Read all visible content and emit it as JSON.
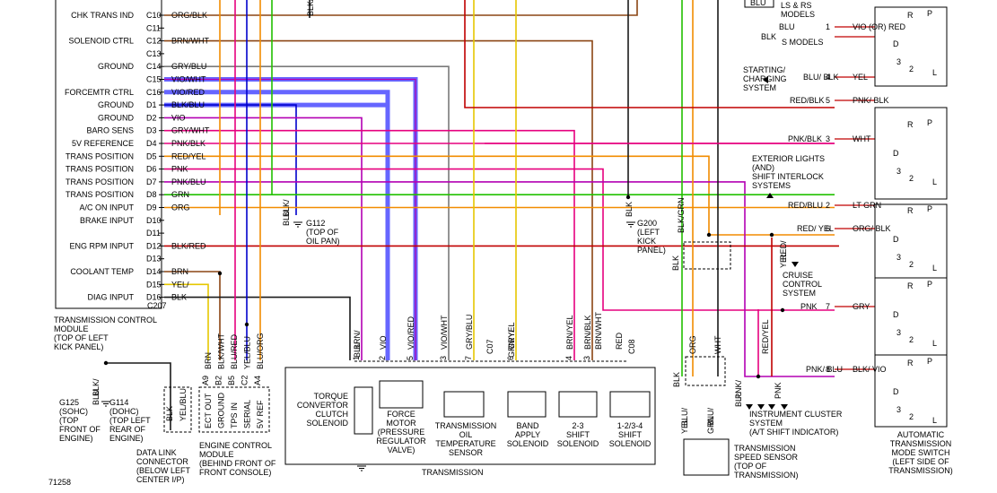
{
  "figure_id": "71258",
  "colors": {
    "BLK": "#1a1a1a",
    "ORG": "#f28c00",
    "BRN": "#8b4513",
    "YEL": "#e6c700",
    "GRN": "#22c000",
    "VIO": "#b300b3",
    "PNK": "#e6007e",
    "RED": "#c00000",
    "BLU": "#0000cc",
    "WHT": "#9a9a9a",
    "GRY": "#7a7a7a",
    "HILITE": "#6666ff"
  },
  "tcm": {
    "title": [
      "TRANSMISSION CONTROL",
      "MODULE",
      "(TOP OF LEFT",
      "KICK PANEL)"
    ],
    "connector_c207": "C207",
    "pins": [
      {
        "func": "CHK TRANS IND",
        "pin": "C10",
        "wire": "ORG/BLK"
      },
      {
        "func": "",
        "pin": "C11",
        "wire": ""
      },
      {
        "func": "SOLENOID CTRL",
        "pin": "C12",
        "wire": "BRN/WHT"
      },
      {
        "func": "",
        "pin": "C13",
        "wire": ""
      },
      {
        "func": "GROUND",
        "pin": "C14",
        "wire": "GRY/BLU"
      },
      {
        "func": "",
        "pin": "C15",
        "wire": "VIO/WHT"
      },
      {
        "func": "FORCEMTR CTRL",
        "pin": "C16",
        "wire": "VIO/RED"
      },
      {
        "func": "GROUND",
        "pin": "D1",
        "wire": "BLK/BLU"
      },
      {
        "func": "GROUND",
        "pin": "D2",
        "wire": "VIO"
      },
      {
        "func": "BARO SENS",
        "pin": "D3",
        "wire": "GRY/WHT"
      },
      {
        "func": "5V REFERENCE",
        "pin": "D4",
        "wire": "PNK/BLK"
      },
      {
        "func": "TRANS POSITION",
        "pin": "D5",
        "wire": "RED/YEL"
      },
      {
        "func": "TRANS POSITION",
        "pin": "D6",
        "wire": "PNK"
      },
      {
        "func": "TRANS POSITION",
        "pin": "D7",
        "wire": "PNK/BLU"
      },
      {
        "func": "TRANS POSITION",
        "pin": "D8",
        "wire": "GRN"
      },
      {
        "func": "A/C ON INPUT",
        "pin": "D9",
        "wire": "ORG"
      },
      {
        "func": "BRAKE INPUT",
        "pin": "D10",
        "wire": ""
      },
      {
        "func": "",
        "pin": "D11",
        "wire": ""
      },
      {
        "func": "ENG RPM INPUT",
        "pin": "D12",
        "wire": "BLK/RED"
      },
      {
        "func": "",
        "pin": "D13",
        "wire": ""
      },
      {
        "func": "COOLANT TEMP",
        "pin": "D14",
        "wire": "BRN"
      },
      {
        "func": "",
        "pin": "D15",
        "wire": "YEL/"
      },
      {
        "func": "DIAG INPUT",
        "pin": "D16",
        "wire": "BLK"
      }
    ]
  },
  "ground_labels": {
    "top_wire": "BLK/ORG",
    "g112_wire": [
      "BLK/",
      "BLU"
    ],
    "g112": [
      "G112",
      "(TOP OF",
      "OIL PAN)"
    ],
    "g200_wire": "BLK",
    "g200": [
      "G200",
      "(LEFT",
      "KICK",
      "PANEL)"
    ],
    "g200_riser": "BLK/GRN",
    "blk_label": "BLK",
    "g125": [
      "G125",
      "(SOHC)",
      "(TOP",
      "FRONT OF",
      "ENGINE)"
    ],
    "g114": [
      "G114",
      "(DOHC)",
      "(TOP LEFT",
      "REAR OF",
      "ENGINE)"
    ],
    "g125_wire": [
      "BLK/",
      "BLU"
    ]
  },
  "ecm": {
    "title": [
      "ENGINE CONTROL",
      "MODULE",
      "(BEHIND FRONT OF",
      "FRONT CONSOLE)"
    ],
    "pins": [
      "A9",
      "B2",
      "B5",
      "C2",
      "A4"
    ],
    "funcs": [
      "ECT OUT",
      "GROUND",
      "TPS IN",
      "SERIAL",
      "5V REF"
    ],
    "wires": [
      "BRN",
      "BLK/WHT",
      "BLU/RED",
      "YEL/BLU",
      "BLU/ORG"
    ]
  },
  "dlc": {
    "title": [
      "DATA LINK",
      "CONNECTOR",
      "(BELOW LEFT",
      "CENTER I/P)"
    ],
    "wires": [
      "BLK",
      "YEL/BLU"
    ]
  },
  "transmission": {
    "title": "TRANSMISSION",
    "connector": "C08",
    "pins": [
      "1",
      "2",
      "5",
      "3",
      "7",
      "6",
      "4",
      "3"
    ],
    "wires": [
      "BRN/BLU",
      "VIO",
      "VIO/RED",
      "VIO/WHT",
      "GRY/BLU",
      "GRY/",
      "GRN/YEL",
      "BRN/YEL",
      "BRN/BLK",
      "BRN/WHT",
      "RED"
    ],
    "c07": "C07",
    "components": [
      [
        "TORQUE",
        "CONVERTOR",
        "CLUTCH",
        "SOLENOID"
      ],
      [
        "FORCE",
        "MOTOR",
        "(PRESSURE",
        "REGULATOR",
        "VALVE)"
      ],
      [
        "TRANSMISSION",
        "OIL",
        "TEMPERATURE",
        "SENSOR"
      ],
      [
        "BAND",
        "APPLY",
        "SOLENOID"
      ],
      [
        "2-3",
        "SHIFT",
        "SOLENOID"
      ],
      [
        "1-2/3-4",
        "SHIFT",
        "SOLENOID"
      ]
    ]
  },
  "right_side": {
    "blu_label": "BLU",
    "models_ls": [
      "LS & RS",
      "MODELS"
    ],
    "models_s": "S MODELS",
    "starting": [
      "STARTING/",
      "CHARGING",
      "SYSTEM"
    ],
    "exterior": [
      "EXTERIOR LIGHTS",
      "(AND)",
      "SHIFT INTERLOCK",
      "SYSTEMS"
    ],
    "cruise": [
      "CRUISE",
      "CONTROL",
      "SYSTEM"
    ],
    "instrument": [
      "INSTRUMENT CLUSTER",
      "SYSTEM",
      "(A/T SHIFT INDICATOR)"
    ],
    "speed_sensor": [
      "TRANSMISSION",
      "SPEED SENSOR",
      "(TOP OF",
      "TRANSMISSION)"
    ],
    "mode_switch": [
      "AUTOMATIC",
      "TRANSMISSION",
      "MODE SWITCH",
      "(LEFT SIDE OF",
      "TRANSMISSION)"
    ],
    "switch_pins": [
      {
        "pin": "1",
        "left": "BLU",
        "right": "VIO (OR) RED"
      },
      {
        "pin": "",
        "left": "BLK",
        "right": ""
      },
      {
        "pin": "4",
        "left": "BLU/ BLK",
        "right": "YEL"
      },
      {
        "pin": "5",
        "left": "RED/BLK",
        "right": "PNK/ BLK"
      },
      {
        "pin": "3",
        "left": "PNK/BLK",
        "right": "WHT"
      },
      {
        "pin": "2",
        "left": "RED/BLU",
        "right": "LT GRN"
      },
      {
        "pin": "6",
        "left": "RED/ YEL",
        "right": "ORG/ BLK"
      },
      {
        "pin": "7",
        "left": "PNK",
        "right": "GRY"
      },
      {
        "pin": "8",
        "left": "PNK/ BLU",
        "right": "BLK/ VIO"
      }
    ],
    "switch_letters": [
      "R",
      "P",
      "D",
      "3",
      "2",
      "L"
    ],
    "wire_labels": {
      "org": "ORG",
      "wht": "WHT",
      "blk": "BLK",
      "blu_yel": [
        "BLU/",
        "YEL"
      ],
      "blu_grn": [
        "BLU/",
        "GRN"
      ],
      "red_yel": "RED/YEL",
      "pnk": "PNK",
      "pnk_blu": [
        "PNK/",
        "BLU"
      ],
      "red_yel2": [
        "RED/",
        "YEL"
      ]
    }
  }
}
